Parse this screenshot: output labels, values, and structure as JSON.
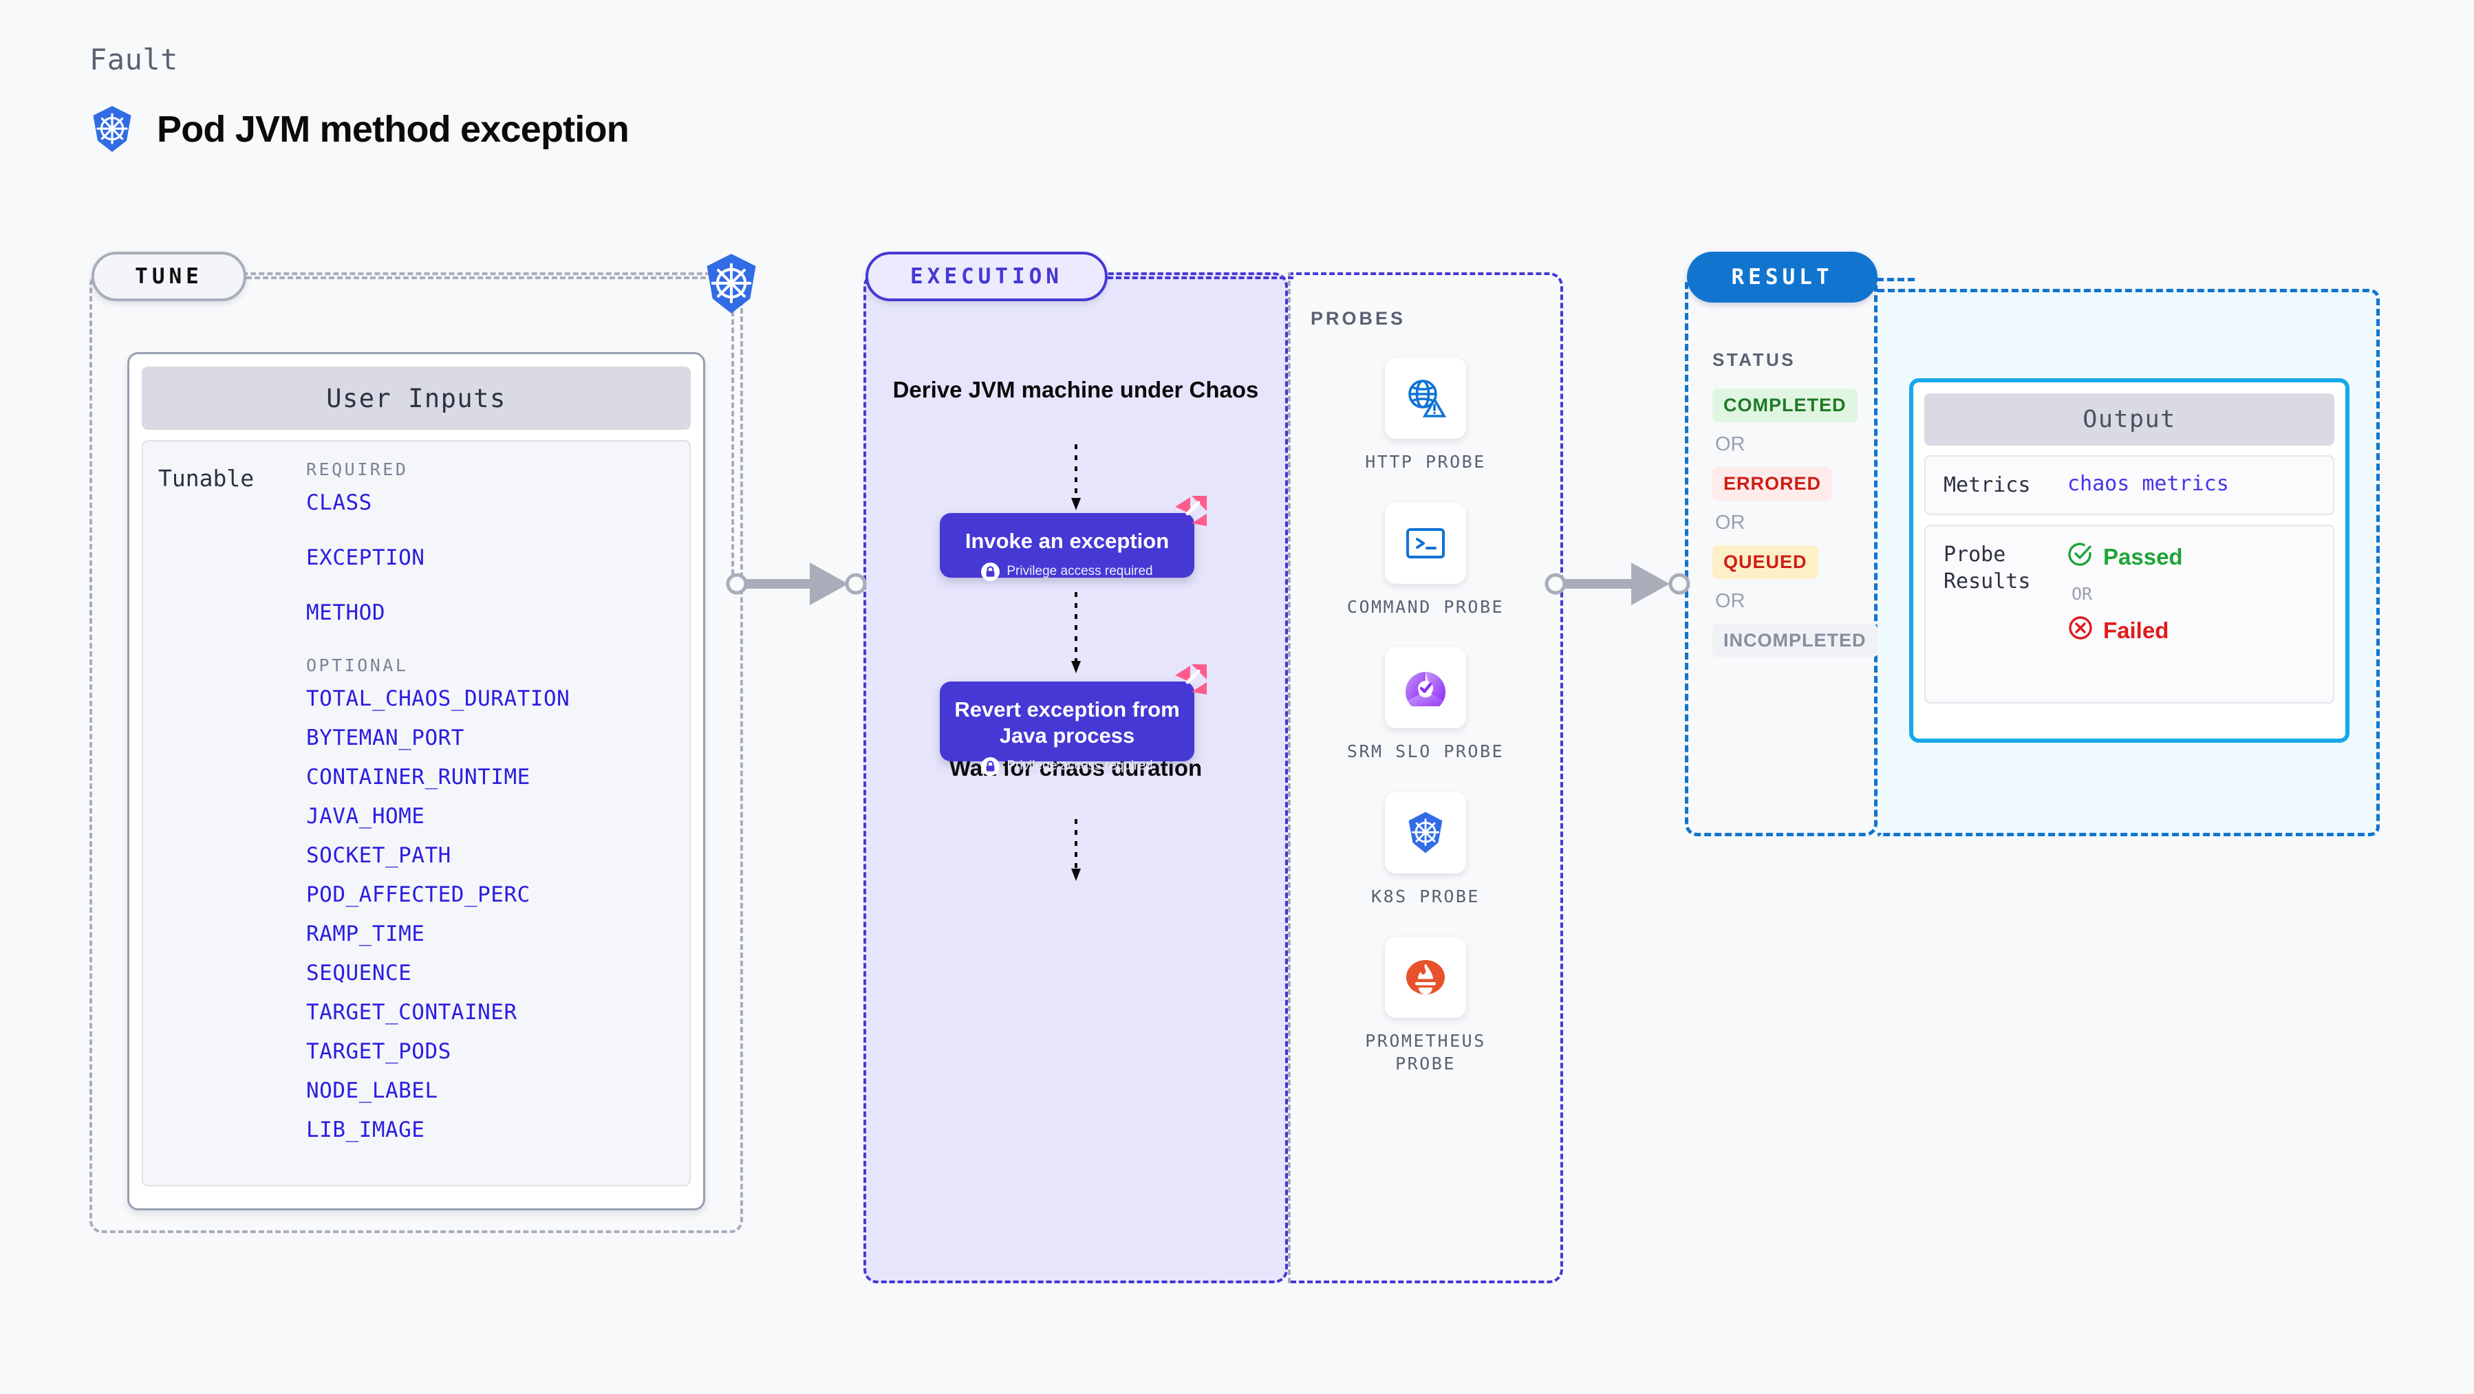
{
  "header": {
    "kicker": "Fault",
    "title": "Pod JVM method exception",
    "icon": "kubernetes-icon"
  },
  "colors": {
    "kubernetes_blue": "#326ce5",
    "execution_purple": "#4538d4",
    "execution_bg": "#e6e5fb",
    "result_blue": "#1175d0",
    "output_bg": "#effaff",
    "output_border": "#16a8e8",
    "param_link": "#2a1ee0",
    "harness_pink": "#ff5c8d",
    "passed_green": "#1fa437",
    "failed_red": "#e01b1b",
    "canvas_bg": "#f8f9fb"
  },
  "tune": {
    "badge_label": "TUNE",
    "card_title": "User Inputs",
    "tunable_label": "Tunable",
    "required_label": "REQUIRED",
    "required_params": [
      "CLASS",
      "EXCEPTION",
      "METHOD"
    ],
    "optional_label": "OPTIONAL",
    "optional_params": [
      "TOTAL_CHAOS_DURATION",
      "BYTEMAN_PORT",
      "CONTAINER_RUNTIME",
      "JAVA_HOME",
      "SOCKET_PATH",
      "POD_AFFECTED_PERC",
      "RAMP_TIME",
      "SEQUENCE",
      "TARGET_CONTAINER",
      "TARGET_PODS",
      "NODE_LABEL",
      "LIB_IMAGE"
    ]
  },
  "execution": {
    "badge_label": "EXECUTION",
    "step_1_text": "Derive JVM machine under Chaos",
    "card_1": {
      "title": "Invoke an exception",
      "privilege_note": "Privilege access required",
      "badge_icon": "harness-logo-icon",
      "lock_icon": "lock-icon"
    },
    "wait_step": {
      "icon": "clock-icon",
      "text": "Wait for chaos duration"
    },
    "card_2": {
      "title": "Revert exception from Java process",
      "privilege_note": "Privilege access required",
      "badge_icon": "harness-logo-icon",
      "lock_icon": "lock-icon"
    }
  },
  "probes": {
    "title": "PROBES",
    "items": [
      {
        "label": "HTTP PROBE",
        "icon": "globe-warning-icon"
      },
      {
        "label": "COMMAND PROBE",
        "icon": "terminal-icon"
      },
      {
        "label": "SRM SLO PROBE",
        "icon": "srm-slo-icon"
      },
      {
        "label": "K8S PROBE",
        "icon": "kubernetes-icon"
      },
      {
        "label": "PROMETHEUS PROBE",
        "icon": "prometheus-icon"
      }
    ]
  },
  "result": {
    "badge_label": "RESULT",
    "status_title": "STATUS",
    "or_label": "OR",
    "statuses": [
      {
        "label": "COMPLETED",
        "bg": "#e0f6e2",
        "fg": "#1e7a25"
      },
      {
        "label": "ERRORED",
        "bg": "#fdeceb",
        "fg": "#cf1d14"
      },
      {
        "label": "QUEUED",
        "bg": "#fdf0c8",
        "fg": "#cf1d14"
      },
      {
        "label": "INCOMPLETED",
        "bg": "#f1f2f6",
        "fg": "#868d9e"
      }
    ]
  },
  "output": {
    "title": "Output",
    "metrics_label": "Metrics",
    "metrics_value": "chaos metrics",
    "probe_results_label": "Probe Results",
    "passed_label": "Passed",
    "passed_icon": "check-circle-icon",
    "failed_label": "Failed",
    "failed_icon": "x-circle-icon",
    "or_label": "OR"
  },
  "connectors": {
    "arrow_1": "stage-arrow-tune-to-execution",
    "arrow_2": "stage-arrow-execution-to-result"
  }
}
